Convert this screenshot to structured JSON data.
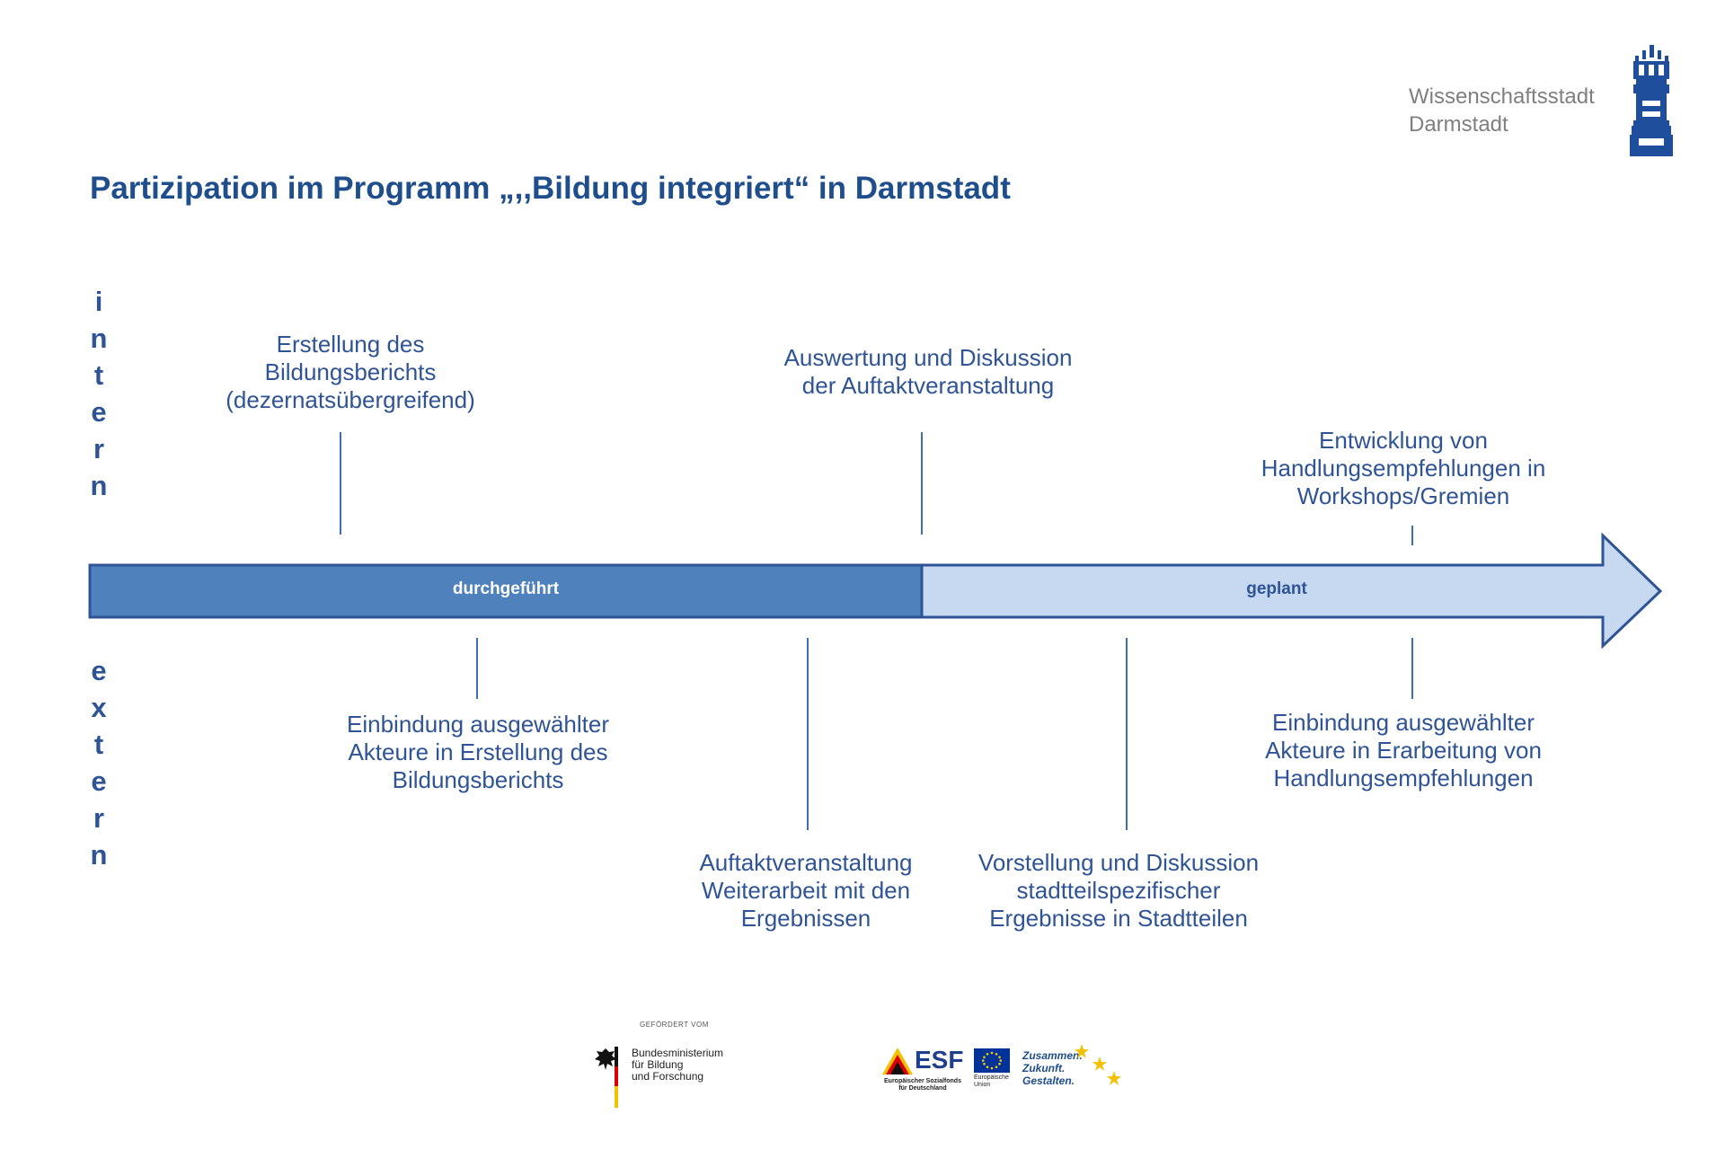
{
  "title": "Partizipation im Programm „,,Bildung integriert“ in Darmstadt",
  "brand": {
    "line1": "Wissenschaftsstadt",
    "line2": "Darmstadt"
  },
  "axis": {
    "top": [
      "i",
      "n",
      "t",
      "e",
      "r",
      "n"
    ],
    "bottom": [
      "e",
      "x",
      "t",
      "e",
      "r",
      "n"
    ]
  },
  "timeline": {
    "done_label": "durchgeführt",
    "planned_label": "geplant"
  },
  "intern_events": [
    {
      "lines": [
        "Erstellung des",
        "Bildungsberichts",
        "(dezernatsübergreifend)"
      ]
    },
    {
      "lines": [
        "Auswertung und Diskussion",
        "der Auftaktveranstaltung"
      ]
    },
    {
      "lines": [
        "Entwicklung von",
        "Handlungsempfehlungen in",
        "Workshops/Gremien"
      ]
    }
  ],
  "extern_events": [
    {
      "lines": [
        "Einbindung ausgewählter",
        "Akteure in Erstellung des",
        "Bildungsberichts"
      ]
    },
    {
      "lines": [
        "Auftaktveranstaltung",
        "Weiterarbeit mit den",
        "Ergebnissen"
      ]
    },
    {
      "lines": [
        "Vorstellung und Diskussion",
        "stadtteilspezifischer",
        "Ergebnisse in Stadtteilen"
      ]
    },
    {
      "lines": [
        "Einbindung ausgewählter",
        "Akteure in Erarbeitung von",
        "Handlungsempfehlungen"
      ]
    }
  ],
  "funders": {
    "label": "GEFÖRDERT VOM",
    "bmbf": [
      "Bundesministerium",
      "für Bildung",
      "und Forschung"
    ],
    "esf": "ESF",
    "esf_sub": [
      "Europäischer Sozialfonds",
      "für Deutschland"
    ],
    "eu_sub": [
      "Europäische",
      "Union"
    ],
    "slogan": [
      "Zusammen.",
      "Zukunft.",
      "Gestalten."
    ]
  },
  "colors": {
    "done": "#4f81bd",
    "planned": "#c6d9f1",
    "border": "#2f5496",
    "text": "#2f5496"
  }
}
